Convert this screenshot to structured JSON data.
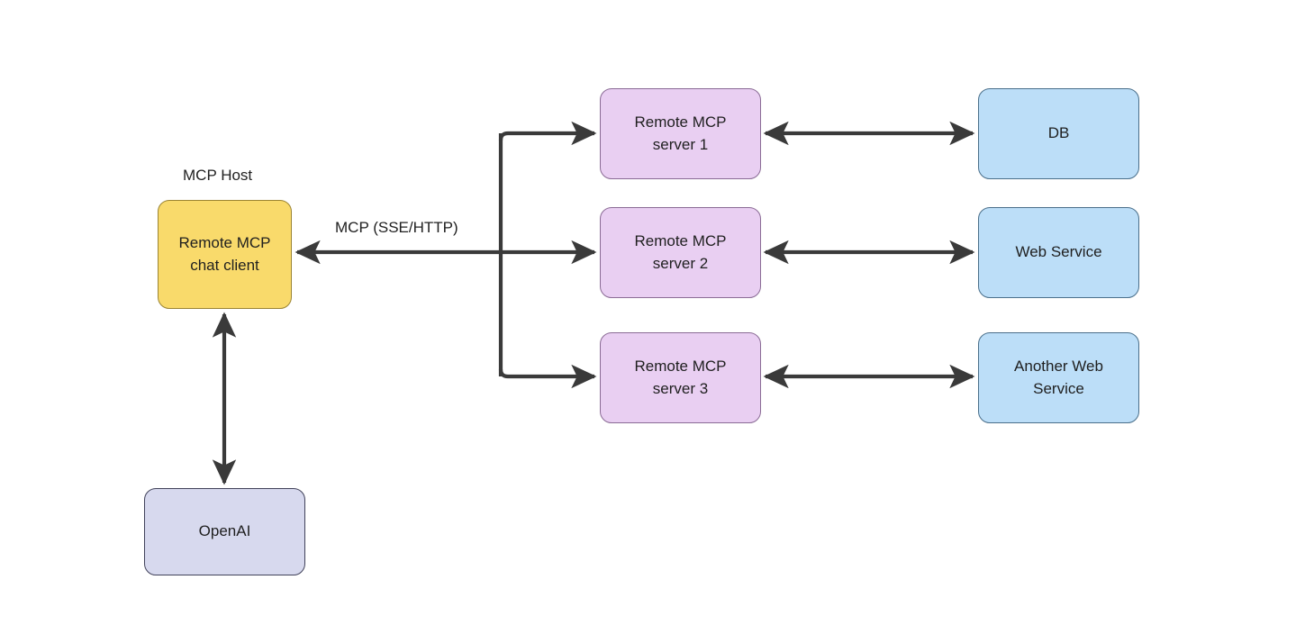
{
  "diagram": {
    "title": "MCP remote architecture diagram",
    "background": "#ffffff",
    "edge_color": "#3a3a3a",
    "palette": {
      "host_fill": "#f9da6b",
      "host_stroke": "#9b8433",
      "server_fill": "#e9cff2",
      "server_stroke": "#8a6b95",
      "service_fill": "#bcdef8",
      "service_stroke": "#4a6f8a",
      "llm_fill": "#d7d9ee",
      "llm_stroke": "#41425a"
    },
    "free_labels": [
      {
        "name": "mcp-host-caption",
        "text": "MCP Host"
      }
    ],
    "edge_labels": [
      {
        "name": "mcp-transport-label",
        "text": "MCP (SSE/HTTP)"
      }
    ],
    "nodes": [
      {
        "id": "chat-client",
        "label": "Remote MCP\nchat client",
        "group": "host"
      },
      {
        "id": "openai",
        "label": "OpenAI",
        "group": "llm"
      },
      {
        "id": "server-1",
        "label": "Remote MCP\nserver 1",
        "group": "server"
      },
      {
        "id": "server-2",
        "label": "Remote MCP\nserver 2",
        "group": "server"
      },
      {
        "id": "server-3",
        "label": "Remote MCP\nserver 3",
        "group": "server"
      },
      {
        "id": "db",
        "label": "DB",
        "group": "service"
      },
      {
        "id": "web-service",
        "label": "Web Service",
        "group": "service"
      },
      {
        "id": "another-web-service",
        "label": "Another Web\nService",
        "group": "service"
      }
    ],
    "edges": [
      {
        "name": "edge-chat-client-to-servers",
        "from": "chat-client",
        "to": "server-1, server-2, server-3",
        "style": "orthogonal-bus",
        "arrows": "both"
      },
      {
        "name": "edge-chat-client-openai",
        "from": "chat-client",
        "to": "openai",
        "style": "straight",
        "arrows": "both"
      },
      {
        "name": "edge-server-1-db",
        "from": "server-1",
        "to": "db",
        "style": "straight",
        "arrows": "both"
      },
      {
        "name": "edge-server-2-web-service",
        "from": "server-2",
        "to": "web-service",
        "style": "straight",
        "arrows": "both"
      },
      {
        "name": "edge-server-3-another-web-service",
        "from": "server-3",
        "to": "another-web-service",
        "style": "straight",
        "arrows": "both"
      }
    ]
  }
}
